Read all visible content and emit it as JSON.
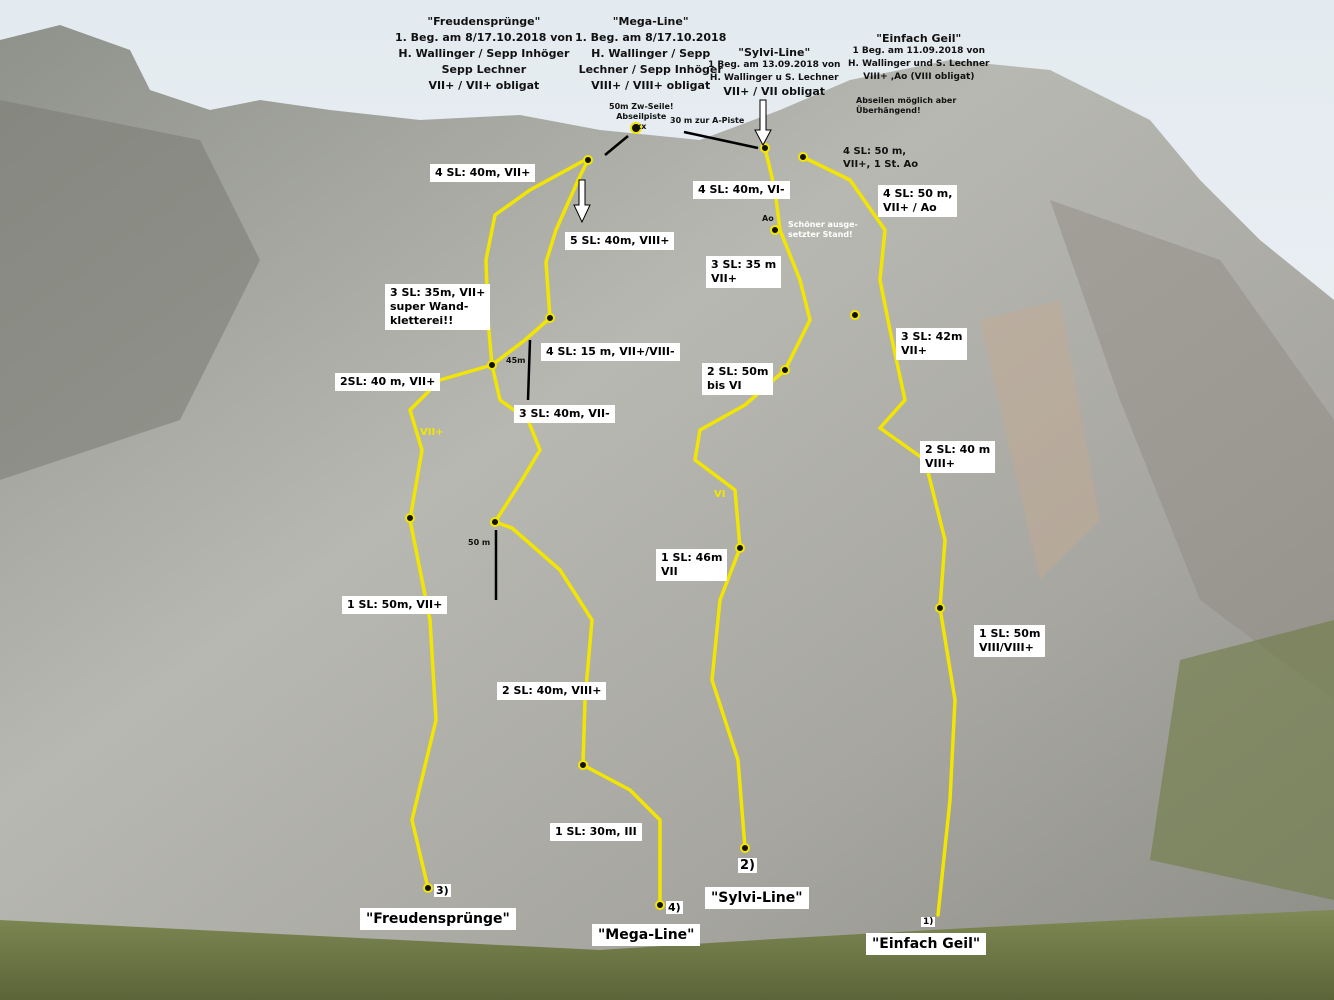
{
  "headers": {
    "freudenspruenge": [
      "\"Freudensprünge\"",
      "1. Beg. am 8/17.10.2018 von",
      "H. Wallinger / Sepp Inhöger",
      "Sepp Lechner",
      "VII+ / VII+ obligat"
    ],
    "megaline": [
      "\"Mega-Line\"",
      "1. Beg. am 8/17.10.2018",
      "H. Wallinger / Sepp",
      "Lechner / Sepp Inhöger",
      "VIII+ / VIII+ obligat"
    ],
    "sylviline": [
      "\"Sylvi-Line\"",
      "1 Beg. am 13.09.2018 von",
      "H. Wallinger u S. Lechner",
      "VII+   / VII obligat"
    ],
    "einfachgeil": [
      "\"Einfach Geil\"",
      "1 Beg. am 11.09.2018 von",
      "H. Wallinger und S. Lechner",
      "VIII+ ,Ao (VIII   obligat)"
    ]
  },
  "notes": {
    "abseil_top": [
      "50m Zw-Seile!",
      "Abseilpiste",
      "xx"
    ],
    "a_piste": "30 m zur A-Piste",
    "abseilen": [
      "Abseilen möglich aber",
      "Überhängend!"
    ],
    "stand": [
      "Schöner ausge-",
      "setzter Stand!"
    ],
    "m45": "45m",
    "m50": "50 m",
    "vii_plus": "VII+",
    "vi": "VI",
    "ao": "Ao"
  },
  "pitch_labels": {
    "f4": "4 SL: 40m, VII+",
    "f3": [
      "3 SL: 35m, VII+",
      "super Wand-",
      "kletterei!!"
    ],
    "f2": "2SL: 40 m, VII+",
    "f1": "1 SL: 50m, VII+",
    "m5": "5 SL: 40m, VIII+",
    "m4": "4 SL: 15 m, VII+/VIII-",
    "m3": "3 SL: 40m, VII-",
    "m2": "2 SL: 40m, VIII+",
    "m1": "1 SL: 30m, III",
    "s4": "4 SL: 40m, VI-",
    "s3": [
      "3 SL: 35 m",
      "VII+"
    ],
    "s2": [
      "2 SL: 50m",
      "bis VI"
    ],
    "s1": [
      "1 SL: 46m",
      "VII"
    ],
    "e4a": [
      "4 SL: 50 m,",
      "VII+, 1 St. Ao"
    ],
    "e4": [
      "4 SL: 50 m,",
      "VII+ / Ao"
    ],
    "e3": [
      "3 SL: 42m",
      "VII+"
    ],
    "e2": [
      "2 SL: 40 m",
      "VIII+"
    ],
    "e1": [
      "1 SL: 50m",
      "VIII/VIII+"
    ]
  },
  "route_names": {
    "freudenspruenge": "\"Freudensprünge\"",
    "megaline": "\"Mega-Line\"",
    "sylviline": "\"Sylvi-Line\"",
    "einfachgeil": "\"Einfach Geil\""
  },
  "route_numbers": {
    "r1": "1)",
    "r2": "2)",
    "r3": "3)",
    "r4": "4)"
  },
  "colors": {
    "route": "#f2e600",
    "sky": "#e8eef2",
    "rock": "#a9a9a2",
    "grass": "#6d7a45"
  }
}
